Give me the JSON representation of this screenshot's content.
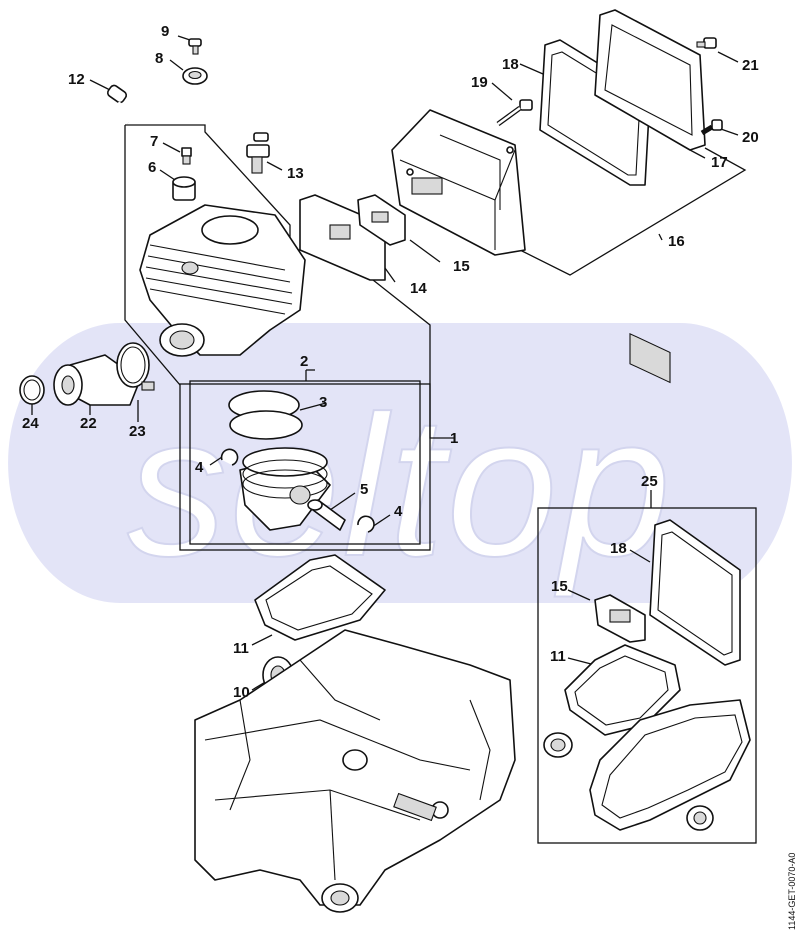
{
  "diagram": {
    "reference_code": "1144-GET-0070-A0",
    "watermark": "seltop",
    "colors": {
      "watermark_band": "#e3e4f7",
      "watermark_text": "#ffffff",
      "line": "#111111",
      "background": "#ffffff"
    },
    "callouts": {
      "c1": "1",
      "c2": "2",
      "c3": "3",
      "c4a": "4",
      "c4b": "4",
      "c5": "5",
      "c6": "6",
      "c7": "7",
      "c8": "8",
      "c9": "9",
      "c10": "10",
      "c11a": "11",
      "c11b": "11",
      "c12": "12",
      "c13": "13",
      "c14": "14",
      "c15a": "15",
      "c15b": "15",
      "c16": "16",
      "c17": "17",
      "c18a": "18",
      "c18b": "18",
      "c19": "19",
      "c20": "20",
      "c21": "21",
      "c22": "22",
      "c23": "23",
      "c24": "24",
      "c25": "25"
    }
  }
}
